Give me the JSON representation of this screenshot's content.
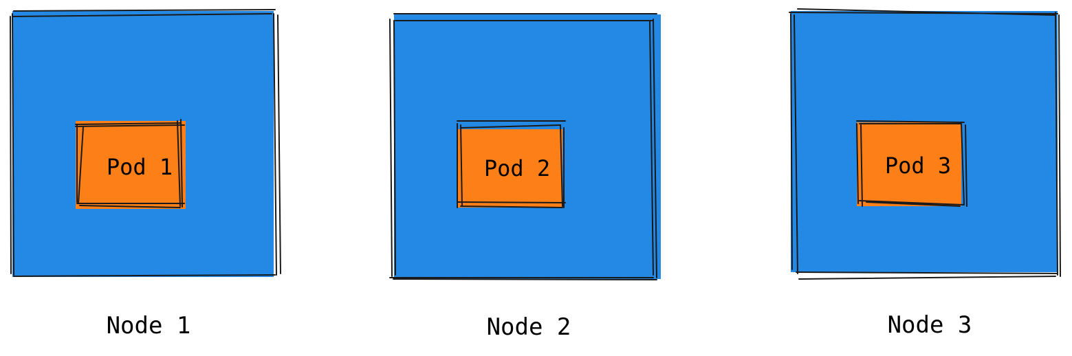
{
  "colors": {
    "node_fill": "#2389e4",
    "pod_fill": "#fd7f17",
    "stroke": "#1a1a1a",
    "background": "#ffffff"
  },
  "nodes": [
    {
      "label": "Node 1",
      "pod": {
        "label": "Pod 1"
      }
    },
    {
      "label": "Node 2",
      "pod": {
        "label": "Pod 2"
      }
    },
    {
      "label": "Node 3",
      "pod": {
        "label": "Pod 3"
      }
    }
  ]
}
